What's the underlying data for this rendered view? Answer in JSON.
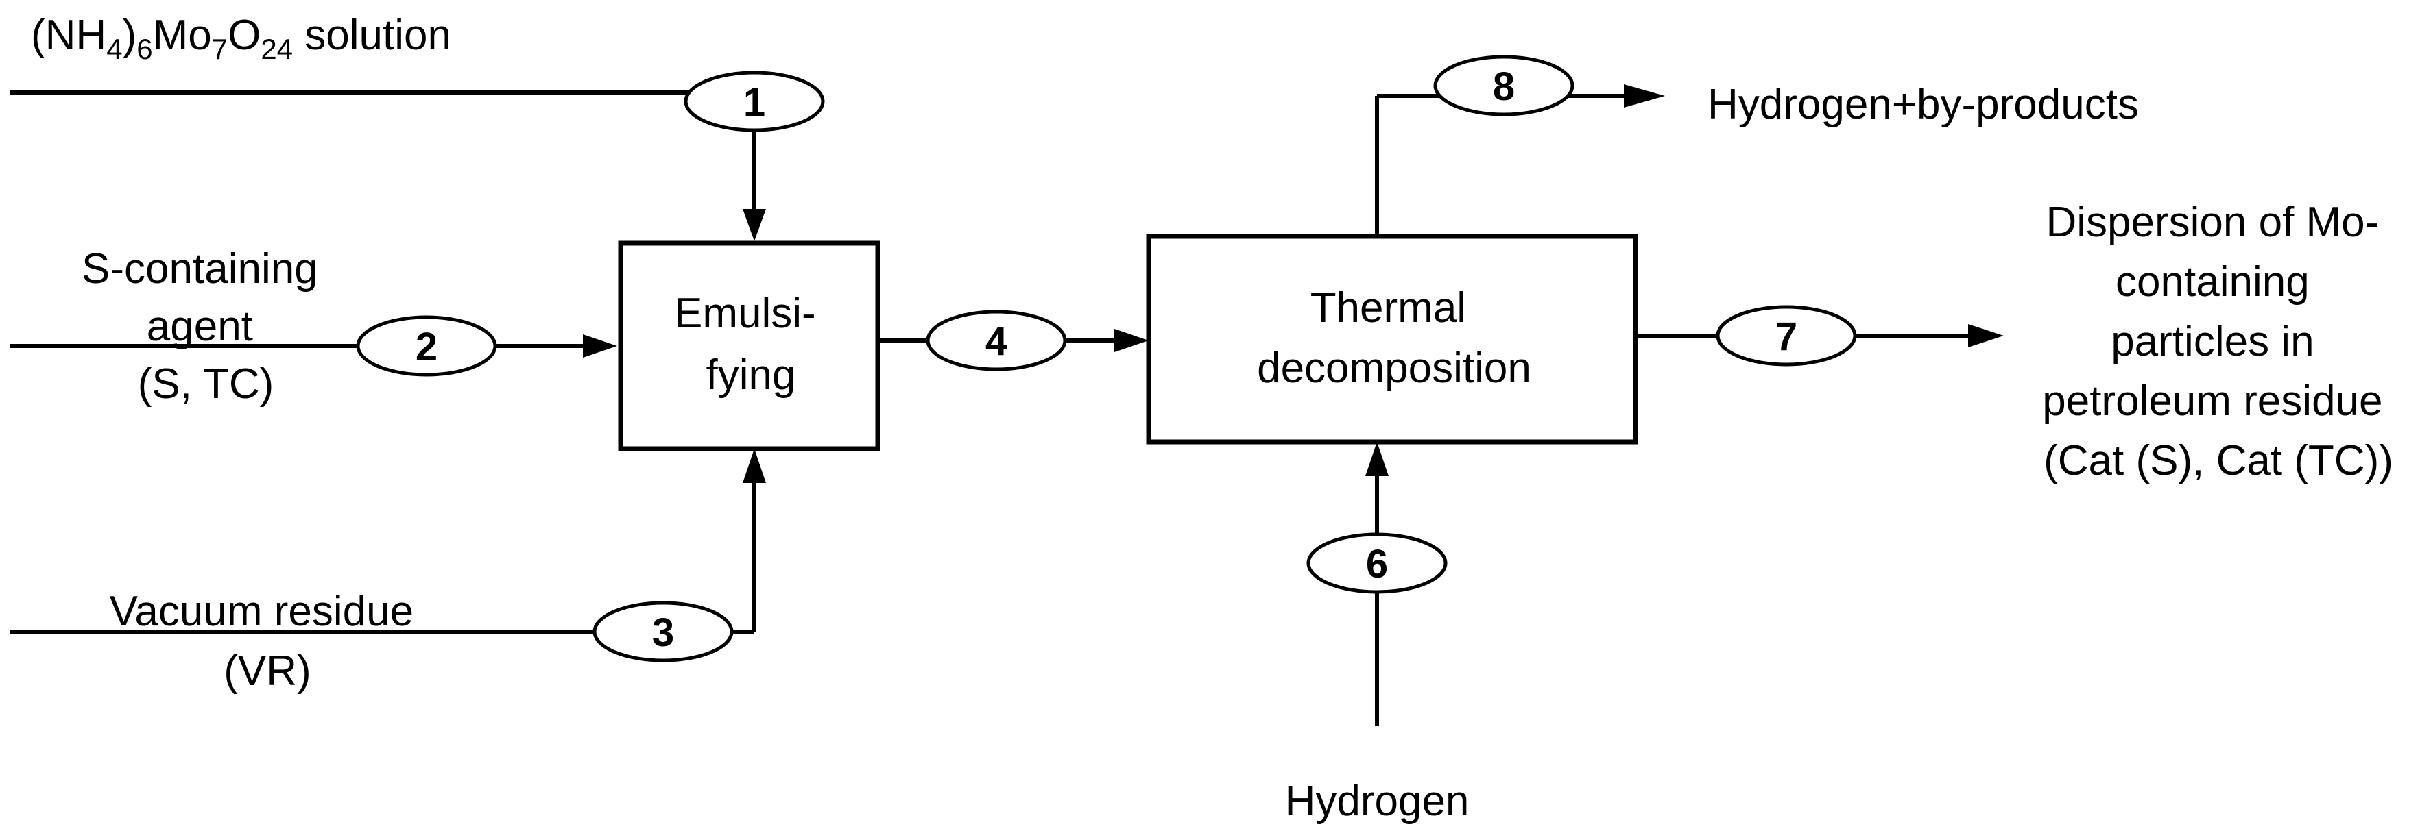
{
  "inputs": {
    "molybdate": {
      "part1": "(NH",
      "sub1": "4",
      "part2": ")",
      "sub2": "6",
      "part3": "Mo",
      "sub3": "7",
      "part4": "O",
      "sub4": "24",
      "part5": " solution"
    },
    "sulfur_agent": {
      "line1": "S-containing",
      "line2": "agent",
      "line3": "(S, TC)"
    },
    "vacuum_residue": {
      "line1": "Vacuum residue",
      "line2": "(VR)"
    },
    "hydrogen": "Hydrogen"
  },
  "outputs": {
    "hydrogen_byproducts": "Hydrogen+by-products",
    "dispersion": [
      "Dispersion of Mo-",
      "containing",
      "particles in",
      "petroleum residue",
      "(Cat (S), Cat (TC))"
    ]
  },
  "boxes": {
    "emulsifying": [
      "Emulsi-",
      "fying"
    ],
    "thermal": [
      "Thermal",
      "decomposition"
    ]
  },
  "streams": [
    "1",
    "2",
    "3",
    "4",
    "6",
    "7",
    "8"
  ]
}
